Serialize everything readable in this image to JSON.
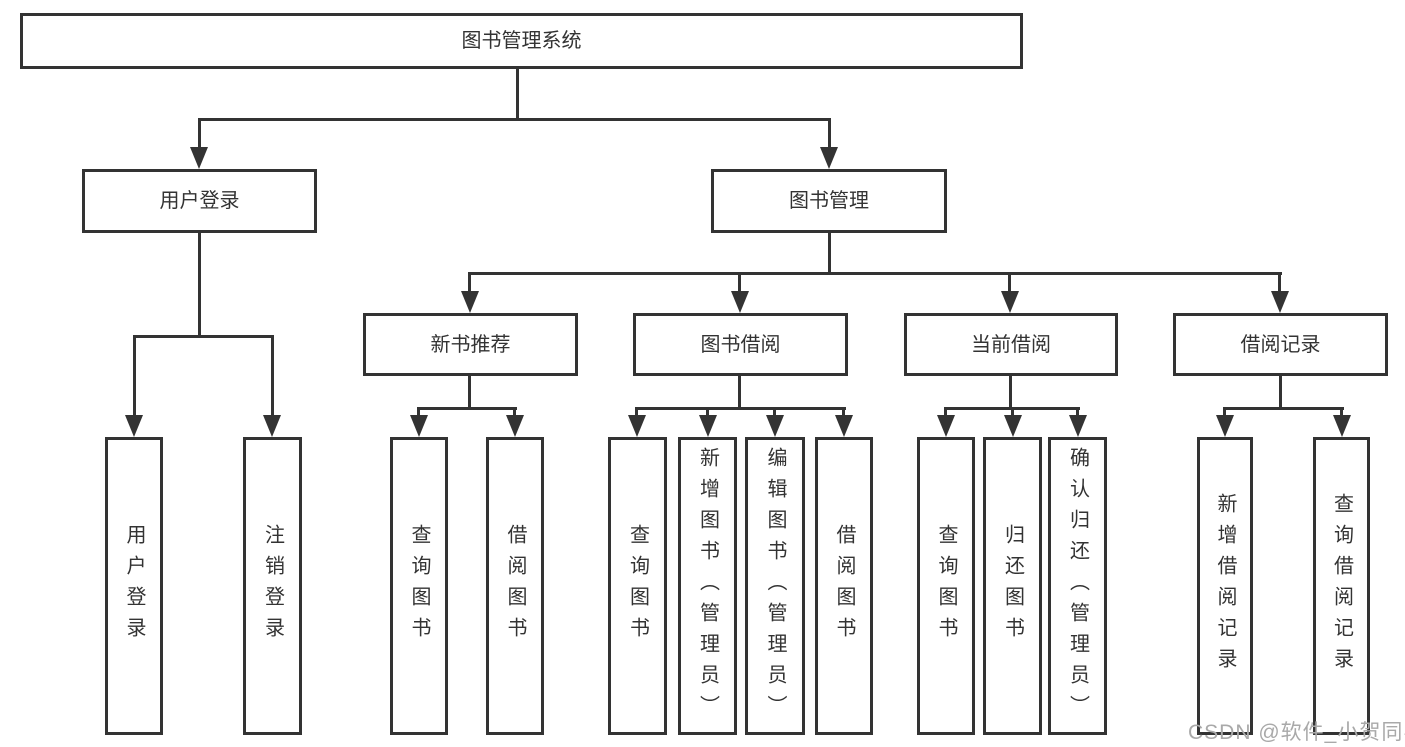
{
  "tree": {
    "label": "图书管理系统",
    "children": [
      {
        "label": "用户登录",
        "children": [
          {
            "label": "用户登录"
          },
          {
            "label": "注销登录"
          }
        ]
      },
      {
        "label": "图书管理",
        "children": [
          {
            "label": "新书推荐",
            "children": [
              {
                "label": "查询图书"
              },
              {
                "label": "借阅图书"
              }
            ]
          },
          {
            "label": "图书借阅",
            "children": [
              {
                "label": "查询图书"
              },
              {
                "label": "新增图书（管理员）"
              },
              {
                "label": "编辑图书（管理员）"
              },
              {
                "label": "借阅图书"
              }
            ]
          },
          {
            "label": "当前借阅",
            "children": [
              {
                "label": "查询图书"
              },
              {
                "label": "归还图书"
              },
              {
                "label": "确认归还（管理员）"
              }
            ]
          },
          {
            "label": "借阅记录",
            "children": [
              {
                "label": "新增借阅记录"
              },
              {
                "label": "查询借阅记录"
              }
            ]
          }
        ]
      }
    ]
  },
  "watermark": "CSDN @软件_小贺同学",
  "colors": {
    "line": "#333333",
    "text": "#333333",
    "watermark": "#a9a9a9"
  }
}
